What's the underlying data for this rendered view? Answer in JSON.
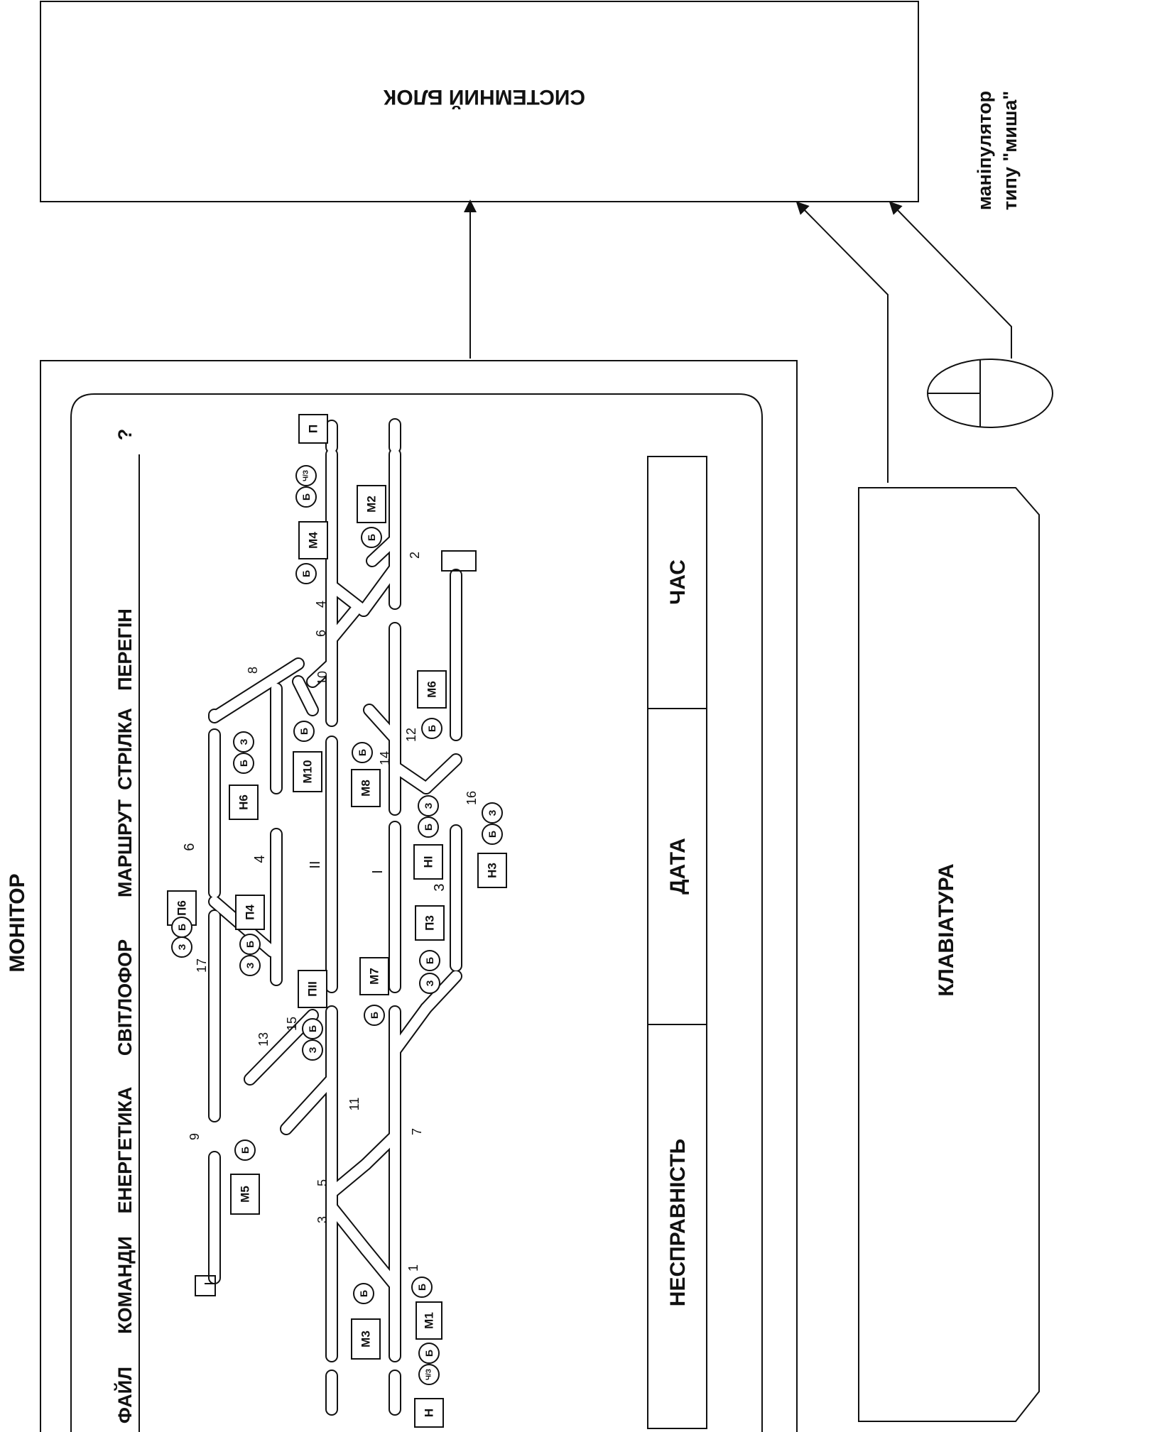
{
  "system_unit": {
    "label": "СИСТЕМНИЙ БЛОК"
  },
  "monitor": {
    "label": "МОНІТОР"
  },
  "mouse": {
    "label_line1": "маніпулятор",
    "label_line2": "типу \"миша\""
  },
  "keyboard": {
    "label": "КЛАВІАТУРА"
  },
  "menu": {
    "items": [
      "ФАЙЛ",
      "КОМАНДИ",
      "ЕНЕРГЕТИКА",
      "СВІТЛОФОР",
      "МАРШРУТ",
      "СТРІЛКА",
      "ПЕРЕГІН"
    ],
    "help": "?"
  },
  "status_panel": {
    "fault": "НЕСПРАВНІСТЬ",
    "date": "ДАТА",
    "time": "ЧАС"
  },
  "signals": [
    "Н",
    "М1",
    "М3",
    "М5",
    "П6",
    "П4",
    "ПІІ",
    "М7",
    "П3",
    "НІ",
    "Н3",
    "М8",
    "М10",
    "Н6",
    "М6",
    "М4",
    "М2",
    "П"
  ],
  "lamps": [
    "Ч/З",
    "Б",
    "З"
  ],
  "switch_numbers": [
    "1",
    "3",
    "5",
    "7",
    "9",
    "11",
    "13",
    "15",
    "17",
    "2",
    "4",
    "6",
    "8",
    "10",
    "12",
    "14",
    "16"
  ],
  "track_labels": [
    "6",
    "4",
    "ІІ",
    "І",
    "3"
  ],
  "colors": {
    "ink": "#111111",
    "track_fill": "#ffffff",
    "background": "#ffffff"
  }
}
